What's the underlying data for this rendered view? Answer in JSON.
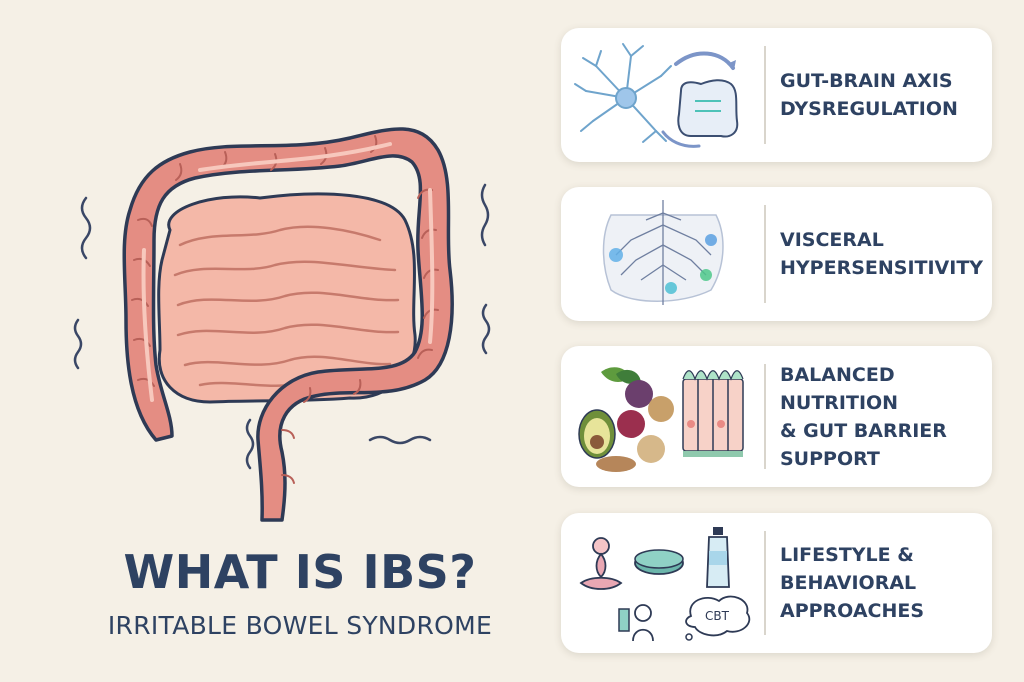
{
  "title": "WHAT IS IBS?",
  "subtitle": "IRRITABLE BOWEL SYNDROME",
  "cards": [
    {
      "lines": [
        "GUT-BRAIN AXIS",
        "DYSREGULATION"
      ],
      "icon": "gut-brain-axis-icon"
    },
    {
      "lines": [
        "VISCERAL",
        "HYPERSENSITIVITY"
      ],
      "icon": "nerve-network-icon"
    },
    {
      "lines": [
        "BALANCED",
        "NUTRITION",
        "& GUT BARRIER",
        "SUPPORT"
      ],
      "icon": "nutrition-barrier-icon"
    },
    {
      "lines": [
        "LIFESTYLE &",
        "BEHAVIORAL",
        "APPROACHES"
      ],
      "icon": "lifestyle-icons",
      "cbt_text": "CBT"
    }
  ],
  "colors": {
    "background": "#f5f0e6",
    "text": "#2e4262",
    "colon": "#e48d83",
    "small_intestine": "#f4b8a8",
    "outline": "#2e3a55"
  }
}
